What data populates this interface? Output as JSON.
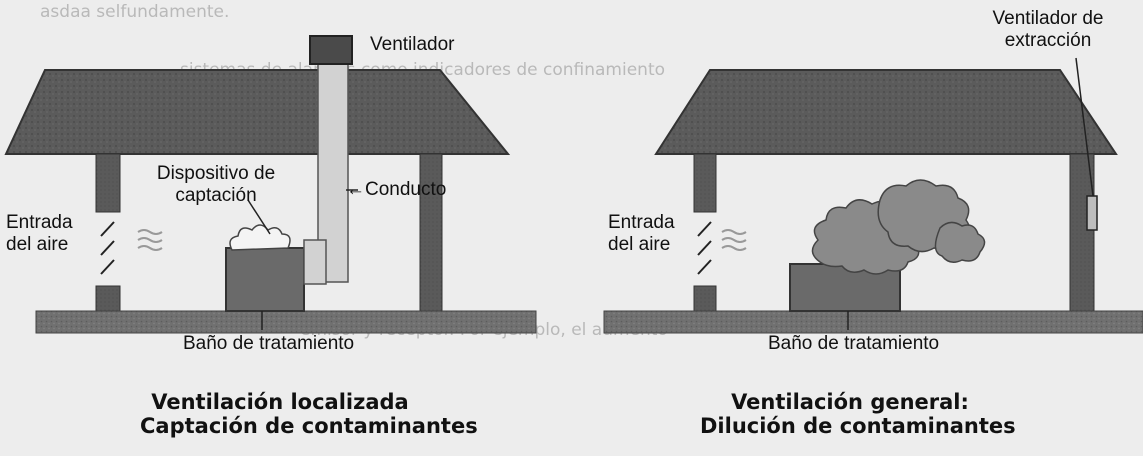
{
  "left_scene": {
    "fan_label": "Ventilador",
    "capture_label_line1": "Dispositivo de",
    "capture_label_line2": "captación",
    "duct_label": "Conducto",
    "air_inlet_line1": "Entrada",
    "air_inlet_line2": "del aire",
    "bath_label": "Baño de tratamiento",
    "caption_line1": "Ventilación localizada",
    "caption_line2": "Captación de contaminantes"
  },
  "right_scene": {
    "fan_label_line1": "Ventilador de",
    "fan_label_line2": "extracción",
    "air_inlet_line1": "Entrada",
    "air_inlet_line2": "del aire",
    "bath_label": "Baño de tratamiento",
    "caption_line1": "Ventilación general:",
    "caption_line2": "Dilución de contaminantes"
  },
  "colors": {
    "roof": "#5a5a5a",
    "wall": "#585858",
    "floor": "#6e6e6e",
    "tank": "#6a6a6a",
    "background": "#ededed"
  }
}
